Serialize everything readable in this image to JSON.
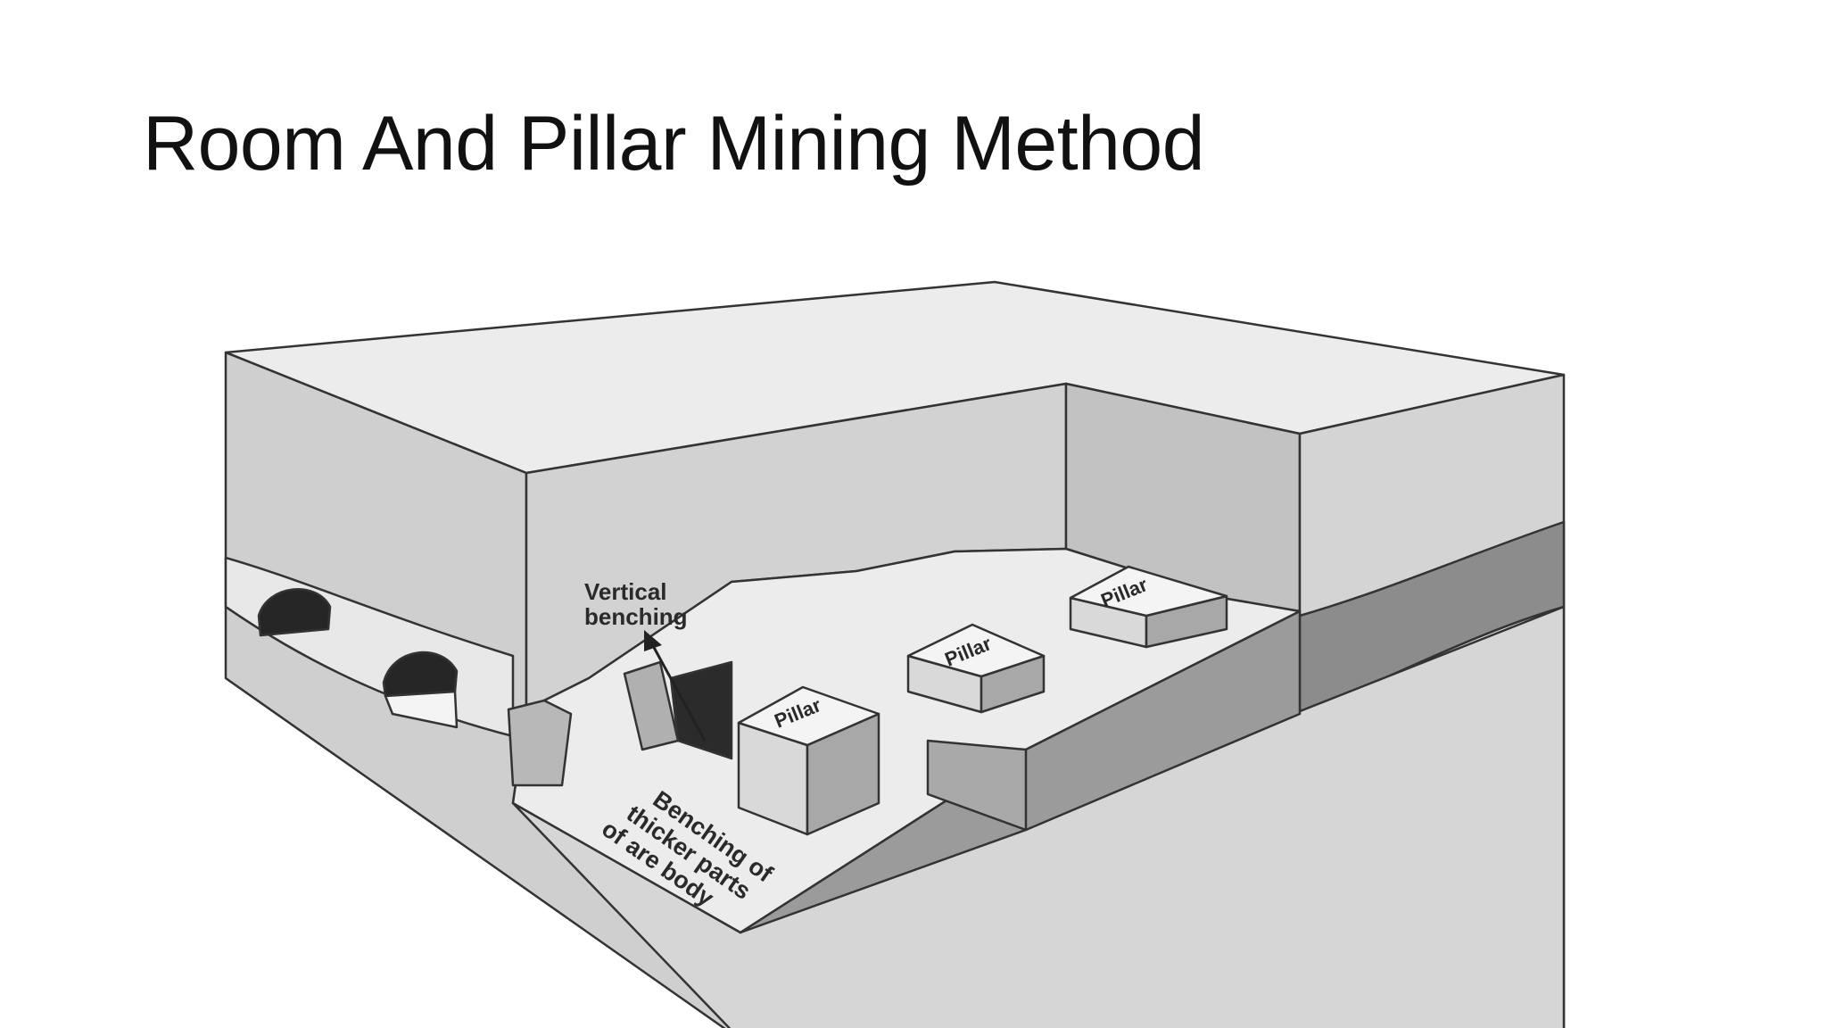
{
  "slide": {
    "title": "Room And Pillar Mining Method"
  },
  "diagram": {
    "labels": {
      "vertical_line1": "Vertical",
      "vertical_line2": "benching",
      "pillar": "Pillar",
      "benching_line1": "Benching of",
      "benching_line2": "thicker parts",
      "benching_line3": "of are body"
    },
    "colors": {
      "top_surface": "#ececec",
      "rock_face": "#c9c9c9",
      "ore_seam": "#8f8f8f",
      "room_floor": "#e6e6e6",
      "dark_void": "#2a2a2a",
      "outline": "#333333"
    }
  }
}
